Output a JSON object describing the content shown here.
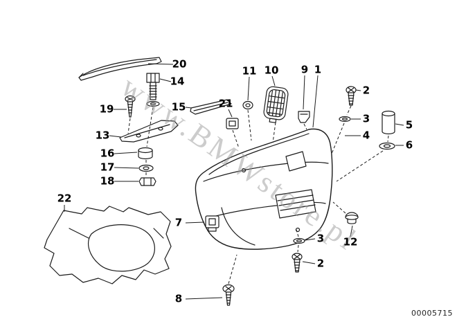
{
  "diagram": {
    "watermark": "www.BMWstore.pl",
    "document_number": "00005715",
    "callouts": {
      "c20": "20",
      "c14": "14",
      "c19": "19",
      "c15": "15",
      "c13": "13",
      "c16": "16",
      "c17": "17",
      "c18": "18",
      "c22": "22",
      "c21": "21",
      "c11": "11",
      "c10": "10",
      "c9": "9",
      "c1": "1",
      "c2_top": "2",
      "c3_top": "3",
      "c4": "4",
      "c5": "5",
      "c6": "6",
      "c12": "12",
      "c3_bottom": "3",
      "c2_bottom": "2",
      "c7": "7",
      "c8": "8"
    }
  }
}
